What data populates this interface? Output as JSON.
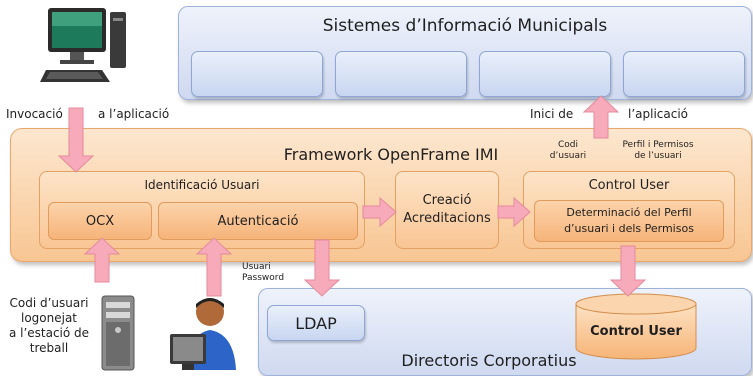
{
  "sim": {
    "title": "Sistemes d’Informació Municipals"
  },
  "labels": {
    "invocacio_a": "Invocació",
    "invocacio_b": "a l’aplicació",
    "inici_a": "Inici de",
    "inici_b": "l’aplicació",
    "codi_usuari": [
      "Codi",
      "d’usuari"
    ],
    "perfil_permisos": [
      "Perfil i Permisos",
      "de l’usuari"
    ],
    "usuari_password": [
      "Usuari",
      "Password"
    ],
    "codi_logonejat": [
      "Codi d’usuari",
      "logonejat",
      "a l’estació de",
      "treball"
    ]
  },
  "framework": {
    "title": "Framework OpenFrame IMI",
    "identificacio": "Identificació Usuari",
    "ocx": "OCX",
    "autenticacio": "Autenticació",
    "creacio": [
      "Creació",
      "Acreditacions"
    ],
    "control_user": "Control User",
    "determinacio": [
      "Determinació del Perfil",
      "d’usuari i dels Permisos"
    ]
  },
  "directoris": {
    "title": "Directoris Corporatius",
    "ldap": "LDAP",
    "control_user_db": "Control User"
  },
  "colors": {
    "blue_panel": "#cfd9f0",
    "orange_panel": "#f8c693",
    "arrow_pink": "#f7aab9",
    "db_orange": "#f9c58d"
  }
}
